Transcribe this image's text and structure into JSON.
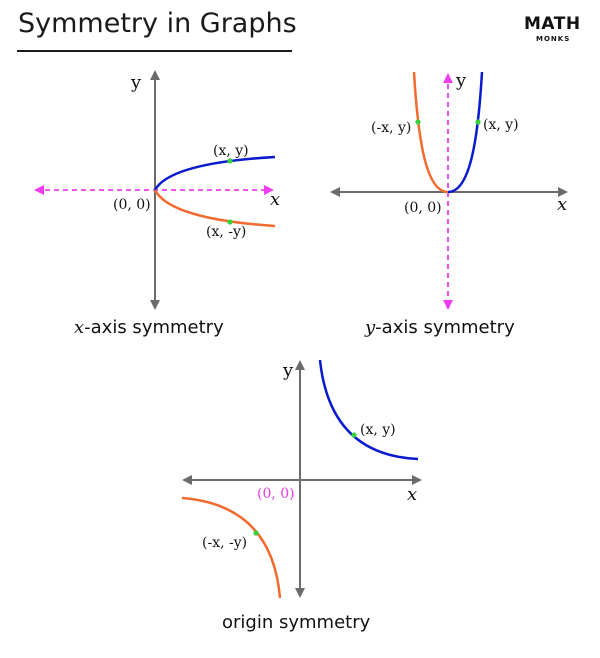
{
  "title": "Symmetry in Graphs",
  "logo": {
    "main": "MATH",
    "sub": "MONKS"
  },
  "colors": {
    "axis": "#6b6b6b",
    "mirror_axis": "#f03cf0",
    "blue_curve": "#0a1acd",
    "orange_curve": "#f26a2e",
    "point": "#37d03a",
    "origin_label_highlight": "#e83ee8"
  },
  "panels": {
    "x_axis": {
      "caption_var": "x",
      "caption_text": "-axis symmetry",
      "axis_x_label": "x",
      "axis_y_label": "y",
      "origin_label": "(0, 0)",
      "point_upper_label": "(x, y)",
      "point_lower_label": "(x, -y)"
    },
    "y_axis": {
      "caption_var": "y",
      "caption_text": "-axis symmetry",
      "axis_x_label": "x",
      "axis_y_label": "y",
      "origin_label": "(0, 0)",
      "point_left_label": "(-x, y)",
      "point_right_label": "(x, y)"
    },
    "origin": {
      "caption_text": "origin symmetry",
      "axis_x_label": "x",
      "axis_y_label": "y",
      "origin_label": "(0, 0)",
      "point_q1_label": "(x, y)",
      "point_q3_label": "(-x, -y)"
    }
  }
}
